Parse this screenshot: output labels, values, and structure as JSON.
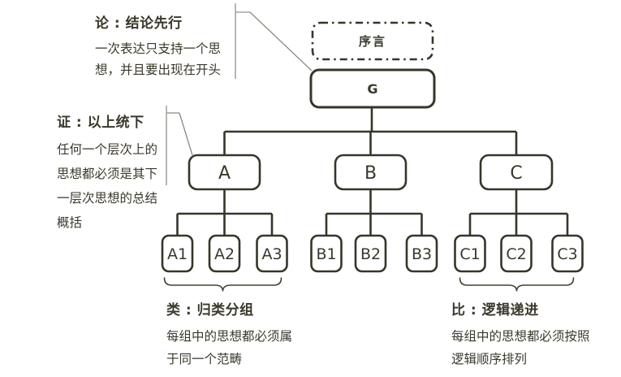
{
  "colors": {
    "ink": "#3a382b",
    "box_stroke": "#373529",
    "callout_line": "#a5a49c",
    "callout_diagonal": "#8b8a80",
    "background": "#ffffff"
  },
  "annotations": {
    "conclusion": {
      "title": "论 : 结论先行",
      "lines": [
        "一次表达只支持一个思",
        "想，并且要出现在开头"
      ]
    },
    "support": {
      "title": "证 : 以上统下",
      "lines": [
        "任何一个层次上的",
        "思想都必须是其下",
        "一层次思想的总结",
        "概括"
      ]
    },
    "grouping": {
      "title": "类 : 归类分组",
      "lines": [
        "每组中的思想都必须属",
        "于同一个范畴"
      ]
    },
    "order": {
      "title": "比 : 逻辑递进",
      "lines": [
        "每组中的思想都必须按照",
        "逻辑顺序排列"
      ]
    }
  },
  "nodes": {
    "preface": "序言",
    "root": "G",
    "level2": [
      "A",
      "B",
      "C"
    ],
    "level3": [
      [
        "A1",
        "A2",
        "A3"
      ],
      [
        "B1",
        "B2",
        "B3"
      ],
      [
        "C1",
        "C2",
        "C3"
      ]
    ]
  }
}
